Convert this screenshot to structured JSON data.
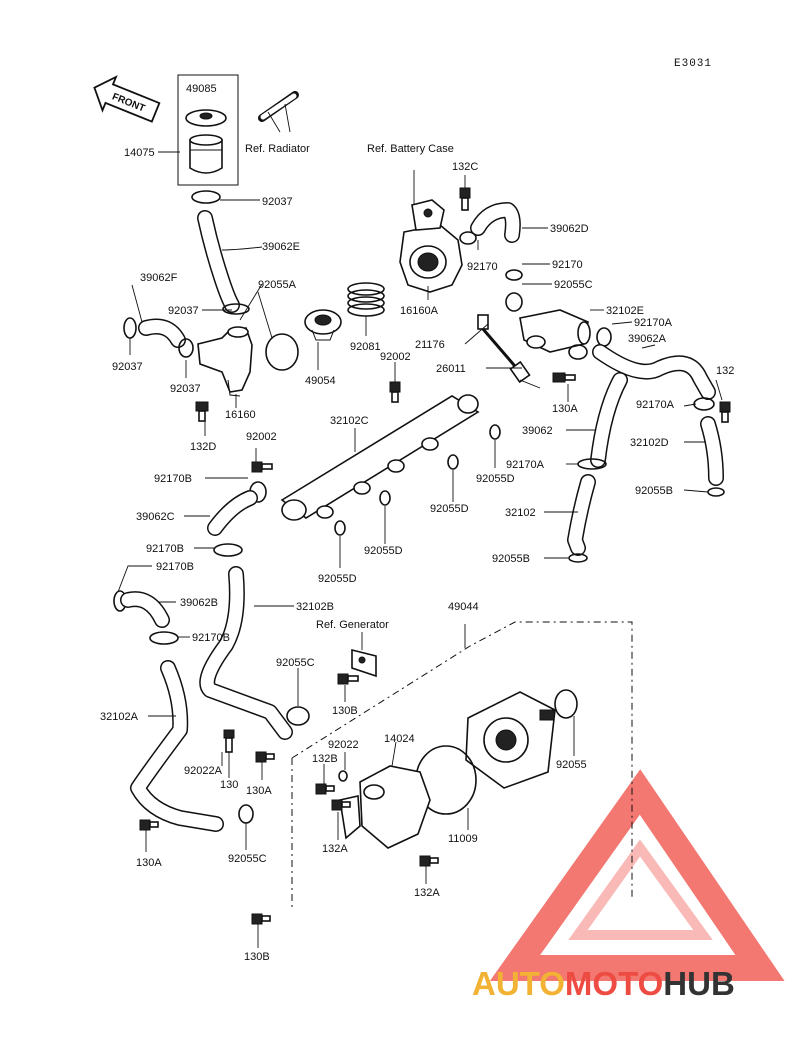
{
  "diagram": {
    "code": "E3031",
    "front_label": "FRONT",
    "references": {
      "radiator": "Ref. Radiator",
      "battery_case": "Ref. Battery Case",
      "generator": "Ref. Generator"
    },
    "parts": {
      "p49085": "49085",
      "p14075": "14075",
      "p92037_top": "92037",
      "p39062E": "39062E",
      "p39062F": "39062F",
      "p92055A": "92055A",
      "p92037_mid": "92037",
      "p92037_left": "92037",
      "p92037_low": "92037",
      "p16160": "16160",
      "p132D": "132D",
      "p49054": "49054",
      "p92081": "92081",
      "p132C": "132C",
      "p39062D": "39062D",
      "p92170_a": "92170",
      "p92170_b": "92170",
      "p92055C_top": "92055C",
      "p16160A": "16160A",
      "p32102E": "32102E",
      "p92170A_a": "92170A",
      "p21176": "21176",
      "p39062A": "39062A",
      "p26011": "26011",
      "p92002_a": "92002",
      "p130A_a": "130A",
      "p132": "132",
      "p92170A_b": "92170A",
      "p32102C": "32102C",
      "p39062": "39062",
      "p32102D": "32102D",
      "p92002_b": "92002",
      "p92170A_c": "92170A",
      "p92055D_a": "92055D",
      "p92170B_a": "92170B",
      "p92055B_a": "92055B",
      "p92055D_b": "92055D",
      "p39062C": "39062C",
      "p32102": "32102",
      "p92055D_c": "92055D",
      "p92170B_b": "92170B",
      "p92055B_b": "92055B",
      "p92055D_d": "92055D",
      "p92170B_c": "92170B",
      "p39062B": "39062B",
      "p32102B": "32102B",
      "p49044": "49044",
      "p92170B_d": "92170B",
      "p92055C_mid": "92055C",
      "p130B_a": "130B",
      "p32102A": "32102A",
      "p92022": "92022",
      "p14024": "14024",
      "p132B": "132B",
      "p92022A": "92022A",
      "p130": "130",
      "p130A_b": "130A",
      "p92055": "92055",
      "p11009": "11009",
      "p132A_a": "132A",
      "p130A_c": "130A",
      "p92055C_low": "92055C",
      "p132A_b": "132A",
      "p130B_b": "130B"
    }
  },
  "watermark": {
    "part1": "AUTO",
    "part2": "MOTO",
    "part3": "HUB",
    "colors": {
      "yellow": "#f2b233",
      "red": "#ee4b42",
      "dark": "#333333"
    }
  }
}
